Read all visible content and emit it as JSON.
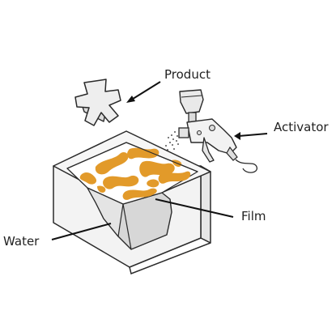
{
  "labels": {
    "product": "Product",
    "activator": "Activator",
    "film": "Film",
    "water": "Water"
  },
  "colors": {
    "outline": "#2a2a2a",
    "tank_face": "#f3f3f3",
    "tank_side": "#e6e6e6",
    "water": "#d7d7d7",
    "film_base": "#ffffff",
    "film_pattern": "#e29a2a",
    "product": "#eeeeee",
    "gun_body": "#f2f2f2",
    "cup": "#e9e9e9"
  },
  "icons": {
    "product": "asterisk-shaped-product",
    "activator": "spray-gun-icon",
    "tank": "dipping-tank-icon"
  }
}
